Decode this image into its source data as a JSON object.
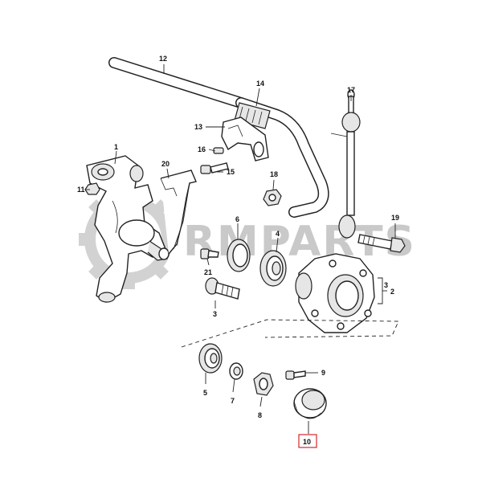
{
  "watermark": {
    "text": "RMPARTS",
    "color": "#c9c9c9"
  },
  "parts": [
    {
      "id": "p1",
      "label": "1"
    },
    {
      "id": "p2",
      "label": "2"
    },
    {
      "id": "p3",
      "label": "3"
    },
    {
      "id": "p3b",
      "label": "3"
    },
    {
      "id": "p4",
      "label": "4"
    },
    {
      "id": "p5",
      "label": "5"
    },
    {
      "id": "p6",
      "label": "6"
    },
    {
      "id": "p7",
      "label": "7"
    },
    {
      "id": "p8",
      "label": "8"
    },
    {
      "id": "p9",
      "label": "9"
    },
    {
      "id": "p10",
      "label": "10",
      "highlighted": true
    },
    {
      "id": "p11",
      "label": "11"
    },
    {
      "id": "p12",
      "label": "12"
    },
    {
      "id": "p13",
      "label": "13"
    },
    {
      "id": "p14",
      "label": "14"
    },
    {
      "id": "p15",
      "label": "15"
    },
    {
      "id": "p16",
      "label": "16"
    },
    {
      "id": "p17",
      "label": "17"
    },
    {
      "id": "p18",
      "label": "18"
    },
    {
      "id": "p19",
      "label": "19"
    },
    {
      "id": "p20",
      "label": "20"
    },
    {
      "id": "p21",
      "label": "21"
    }
  ],
  "highlight_color": "#d9262b"
}
